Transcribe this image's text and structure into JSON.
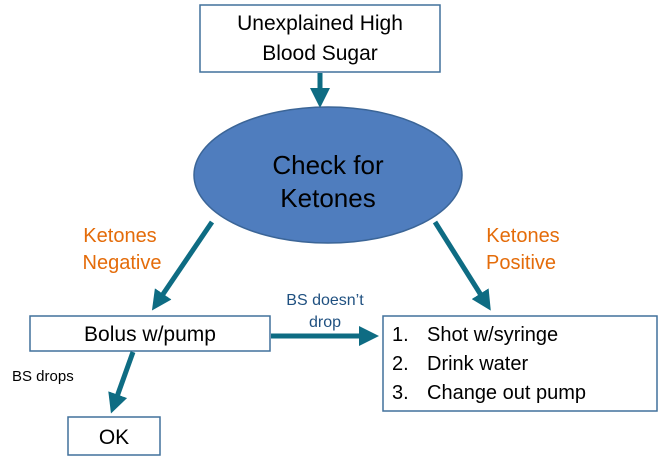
{
  "colors": {
    "node_border": "#41719C",
    "ellipse_fill": "#4F7DBE",
    "ellipse_border": "#3B6597",
    "arrow": "#0E6C83",
    "negative_label": "#E46C0A",
    "positive_label": "#E46C0A",
    "edge_label": "#1F5080"
  },
  "nodes": {
    "start": {
      "line1": "Unexplained High",
      "line2": "Blood Sugar"
    },
    "check": {
      "line1": "Check for",
      "line2": "Ketones"
    },
    "bolus": {
      "label": "Bolus w/pump"
    },
    "ok": {
      "label": "OK"
    },
    "positive_steps": {
      "items": [
        {
          "num": "1.",
          "text": "Shot w/syringe"
        },
        {
          "num": "2.",
          "text": "Drink water"
        },
        {
          "num": "3.",
          "text": "Change out pump"
        }
      ]
    }
  },
  "edges": {
    "negative": {
      "line1": "Ketones",
      "line2": "Negative"
    },
    "positive": {
      "line1": "Ketones",
      "line2": "Positive"
    },
    "bs_doesnt_drop": {
      "line1": "BS doesn’t",
      "line2": "drop"
    },
    "bs_drops": {
      "label": "BS drops"
    }
  }
}
